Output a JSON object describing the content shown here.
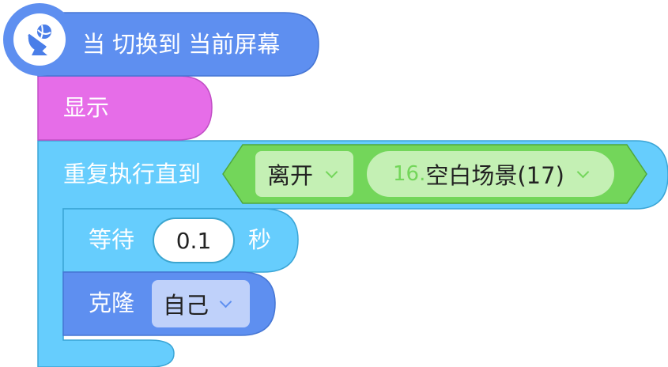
{
  "hat_block": {
    "icon": "satellite-dish-icon",
    "text_when": "当",
    "text_event": "切换到 当前屏幕"
  },
  "show_block": {
    "label": "显示"
  },
  "repeat_until_block": {
    "label": "重复执行直到",
    "condition": {
      "event_dropdown": "离开",
      "scene_number": "16.",
      "scene_name": "空白场景(17)"
    }
  },
  "wait_block": {
    "label": "等待",
    "value": "0.1",
    "unit": "秒"
  },
  "clone_block": {
    "label": "克隆",
    "target": "自己"
  },
  "colors": {
    "hat": "#5e8ff0",
    "looks": "#e66de8",
    "control": "#66cdfd",
    "sensing": "#73d65a",
    "clone": "#5e8ff0"
  }
}
